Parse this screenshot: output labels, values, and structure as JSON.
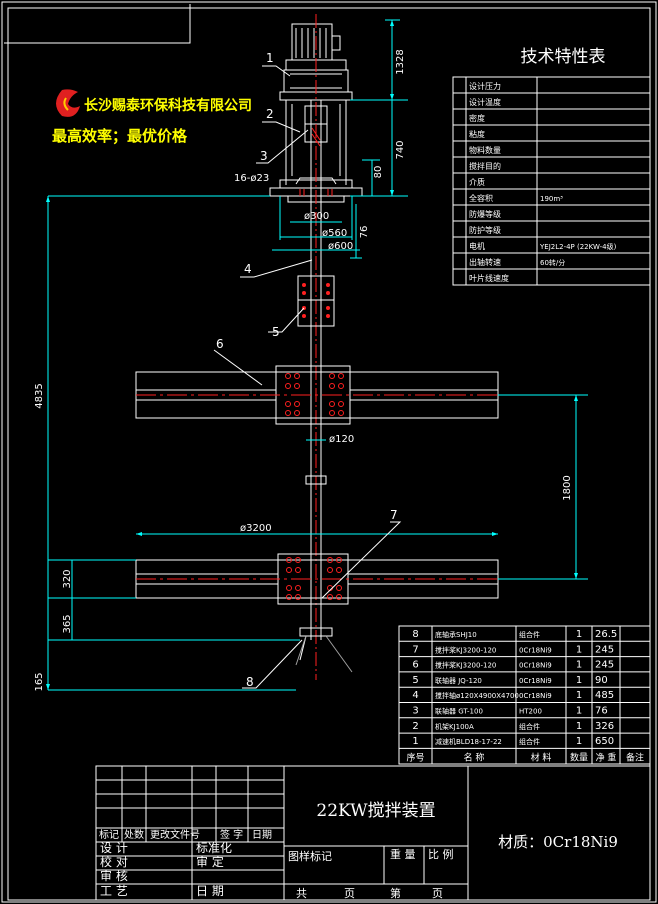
{
  "company": {
    "name": "长沙赐泰环保科技有限公司",
    "slogan": "最高效率；最优价格"
  },
  "spec_table": {
    "title": "技术特性表",
    "rows": [
      {
        "label": "设计压力",
        "value": ""
      },
      {
        "label": "设计温度",
        "value": ""
      },
      {
        "label": "密度",
        "value": ""
      },
      {
        "label": "粘度",
        "value": ""
      },
      {
        "label": "物料数量",
        "value": ""
      },
      {
        "label": "搅拌目的",
        "value": ""
      },
      {
        "label": "介质",
        "value": ""
      },
      {
        "label": "全容积",
        "value": "190m³"
      },
      {
        "label": "防爆等级",
        "value": ""
      },
      {
        "label": "防护等级",
        "value": ""
      },
      {
        "label": "电机",
        "value": "YEJ2L2-4P  (22KW-4级)"
      },
      {
        "label": "出轴转速",
        "value": "60转/分"
      },
      {
        "label": "叶片线速度",
        "value": ""
      }
    ]
  },
  "dimensions": {
    "d1328": "1328",
    "d740": "740",
    "d80": "80",
    "d76": "76",
    "d4835": "4835",
    "d1800": "1800",
    "d320": "320",
    "d365": "365",
    "d165": "165",
    "holes": "16-ø23",
    "phi300": "ø300",
    "phi560": "ø560",
    "phi600": "ø600",
    "phi120": "ø120",
    "phi3200": "ø3200"
  },
  "callouts": [
    "1",
    "2",
    "3",
    "4",
    "5",
    "6",
    "7",
    "8"
  ],
  "parts_list": {
    "rows": [
      {
        "no": "8",
        "name": "底轴承SHJ10",
        "material": "组合件",
        "qty": "1",
        "weight": "26.5",
        "note": ""
      },
      {
        "no": "7",
        "name": "搅拌桨KJ3200-120",
        "material": "0Cr18Ni9",
        "qty": "1",
        "weight": "245",
        "note": ""
      },
      {
        "no": "6",
        "name": "搅拌桨KJ3200-120",
        "material": "0Cr18Ni9",
        "qty": "1",
        "weight": "245",
        "note": ""
      },
      {
        "no": "5",
        "name": "联轴器 JQ-120",
        "material": "0Cr18Ni9",
        "qty": "1",
        "weight": "90",
        "note": ""
      },
      {
        "no": "4",
        "name": "搅拌轴ø120X4900X4700",
        "material": "0Cr18Ni9",
        "qty": "1",
        "weight": "485",
        "note": ""
      },
      {
        "no": "3",
        "name": "联轴器 GT-100",
        "material": "HT200",
        "qty": "1",
        "weight": "76",
        "note": ""
      },
      {
        "no": "2",
        "name": "机架KJ100A",
        "material": "组合件",
        "qty": "1",
        "weight": "326",
        "note": ""
      },
      {
        "no": "1",
        "name": "减速机BLD18-17-22",
        "material": "组合件",
        "qty": "1",
        "weight": "650",
        "note": ""
      }
    ],
    "headers": {
      "no": "序号",
      "name": "名      称",
      "material": "材  料",
      "qty": "数量",
      "weight": "净 重",
      "note": "备注"
    }
  },
  "title_block": {
    "title": "22KW搅拌装置",
    "material": "材质：0Cr18Ni9",
    "rev_labels": [
      "标记",
      "处数",
      "更改文件号",
      "签 字",
      "日期"
    ],
    "sign_labels": [
      "设  计",
      "校  对",
      "审  核",
      "工  艺"
    ],
    "std_labels": [
      "标准化",
      "审  定",
      "日  期"
    ],
    "drawing_mark": "图样标记",
    "weight": "重  量",
    "scale": "比 例",
    "total": "共",
    "page": "页",
    "sheet": "第",
    "page2": "页"
  },
  "colors": {
    "white": "#ffffff",
    "red": "#ff2020",
    "cyan": "#00ffff",
    "yellow": "#ffff00",
    "gray": "#a0a0a0"
  }
}
